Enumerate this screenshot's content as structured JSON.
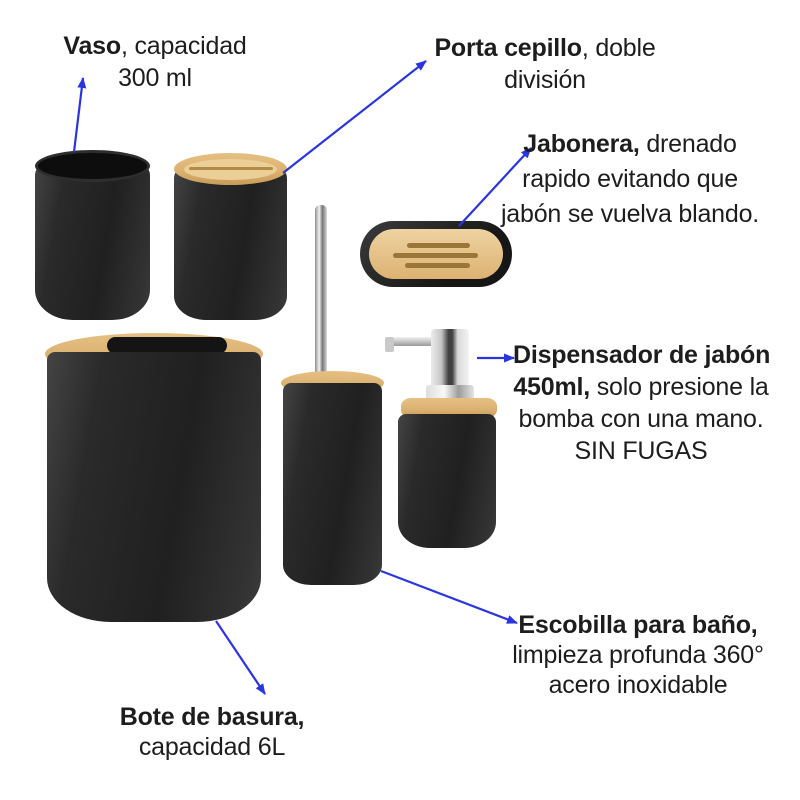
{
  "colors": {
    "background": "#ffffff",
    "arrow": "#2a35e0",
    "text": "#1d1d1d",
    "product_black": "#242424",
    "bamboo": "#dcb272",
    "chrome": "#d9d9d9"
  },
  "annotations": {
    "vaso": {
      "line1_bold": "Vaso",
      "line1_rest": ", capacidad",
      "line2": "300 ml"
    },
    "porta_cepillo": {
      "line1_bold": "Porta cepillo",
      "line1_rest": ", doble",
      "line2": "división"
    },
    "jabonera": {
      "line1_bold": "Jabonera,",
      "line1_rest": " drenado",
      "line2": "rapido evitando que",
      "line3": "jabón se vuelva blando."
    },
    "dispensador": {
      "line1_bold": "Dispensador de jabón",
      "line2_bold": "450ml,",
      "line2_rest": " solo presione la",
      "line3": "bomba con una mano.",
      "line4": "SIN FUGAS"
    },
    "escobilla": {
      "line1_bold": "Escobilla para baño,",
      "line2": "limpieza profunda 360°",
      "line3": "acero inoxidable"
    },
    "bote": {
      "line1_bold": "Bote de basura,",
      "line2": "capacidad 6L"
    }
  }
}
